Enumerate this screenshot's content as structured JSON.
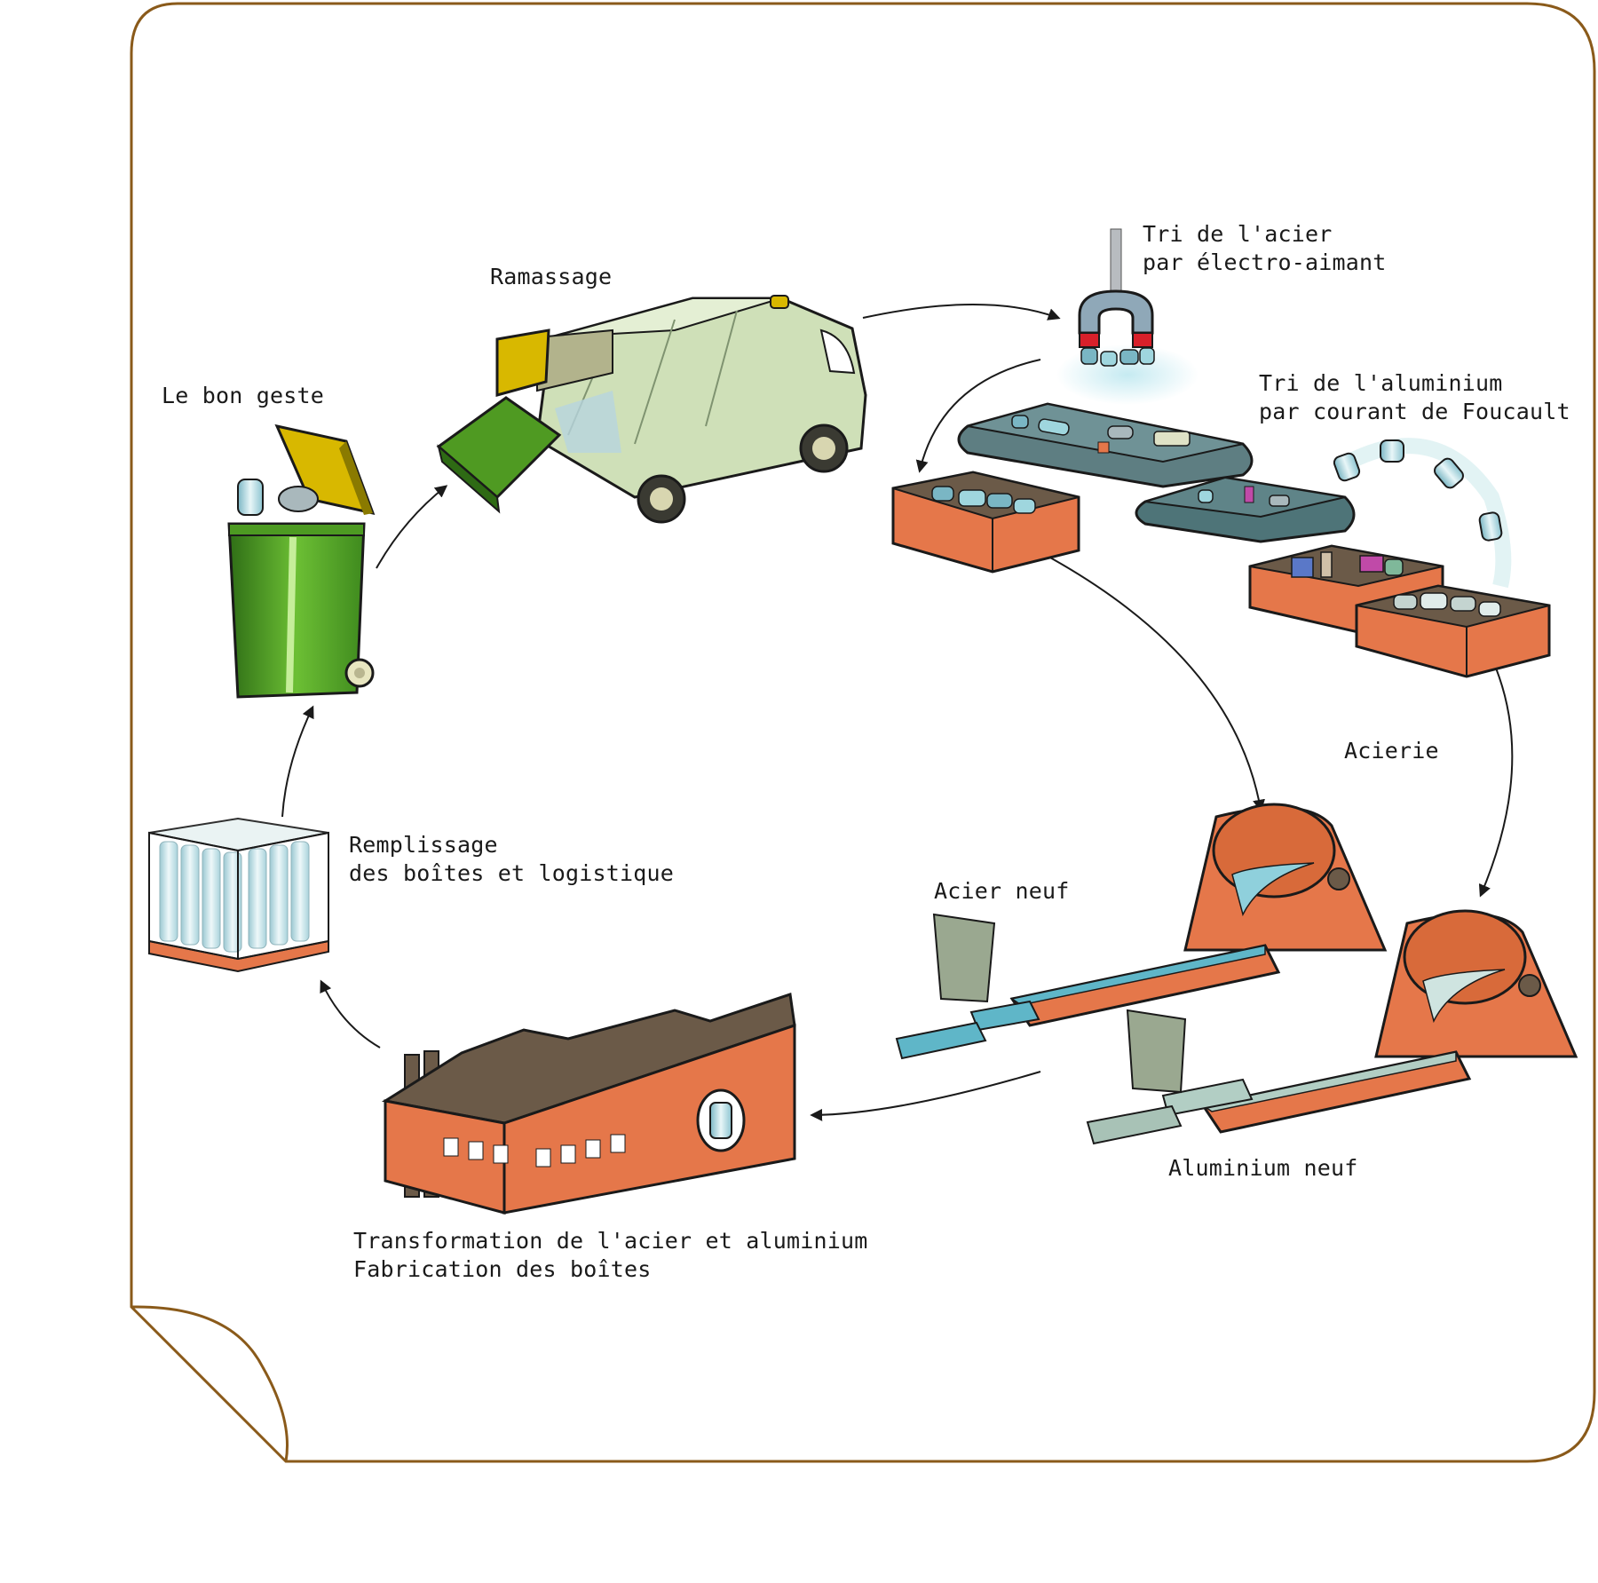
{
  "labels": {
    "le_bon_geste": "Le bon geste",
    "ramassage": "Ramassage",
    "tri_acier": [
      "Tri de l'acier",
      "par électro-aimant"
    ],
    "tri_aluminium": [
      "Tri de l'aluminium",
      "par courant de Foucault"
    ],
    "acierie": "Acierie",
    "acier_neuf": "Acier neuf",
    "aluminium_neuf": "Aluminium neuf",
    "transformation": [
      "Transformation de l'acier et aluminium",
      "Fabrication des boîtes"
    ],
    "remplissage": [
      "Remplissage",
      "des boîtes et logistique"
    ]
  },
  "colors": {
    "frame": "#8a5a1a",
    "bin_green": "#5fae2a",
    "bin_lid": "#d8b800",
    "truck_body": "#cfe0b8",
    "crate_orange": "#e5774a",
    "aluminium_blue": "#9fd6de",
    "steel_bar": "#5fb6c8",
    "factory_roof": "#6b5a48",
    "arrow": "#1a1a1a"
  }
}
